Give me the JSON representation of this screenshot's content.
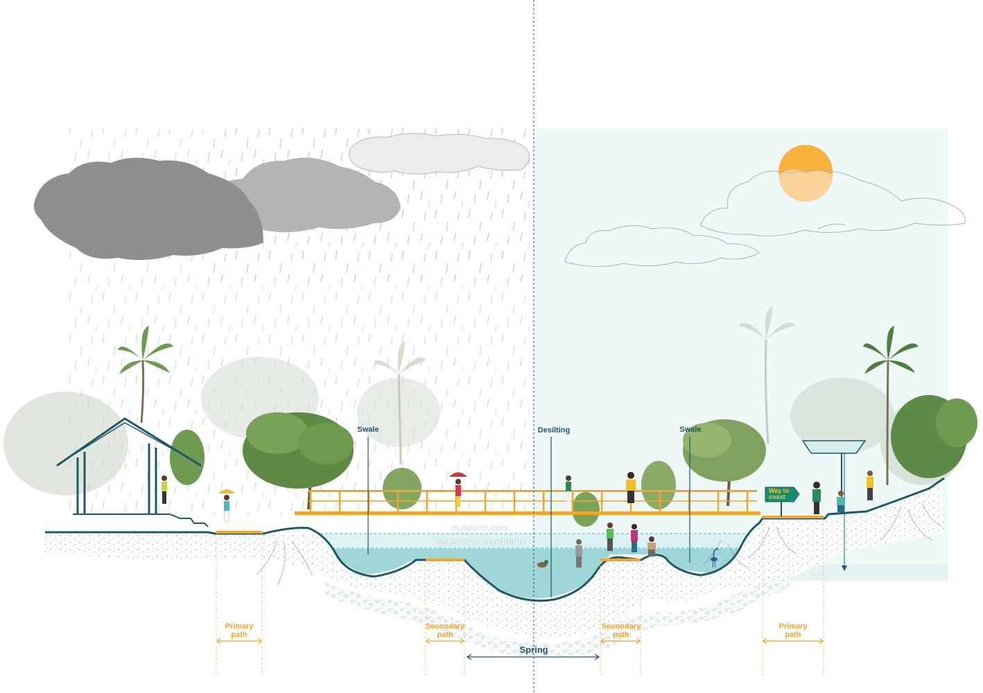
{
  "labels": {
    "swale_left": "Swale",
    "desilting": "Desilting",
    "swale_right": "Swale",
    "flash_flood": "FLASH FLOOD",
    "seasonal_flooding": "SEASONAL FLOODING",
    "primary_path_left": [
      "Primary",
      "path"
    ],
    "secondary_path_left": [
      "Secondary",
      "path"
    ],
    "spring": "Spring",
    "secondary_path_right": [
      "Secondary",
      "path"
    ],
    "primary_path_right": [
      "Primary",
      "path"
    ],
    "sign": [
      "Way to",
      "coast"
    ]
  },
  "colors": {
    "deep_teal": "#1e5866",
    "path_orange": "#f2a52b",
    "water": "#8fcfd0",
    "rain": "#6fb5b5",
    "sun": "#f7b23b",
    "dry_sky": "#eef8f7",
    "storm_cloud": "#8f8f8f"
  }
}
